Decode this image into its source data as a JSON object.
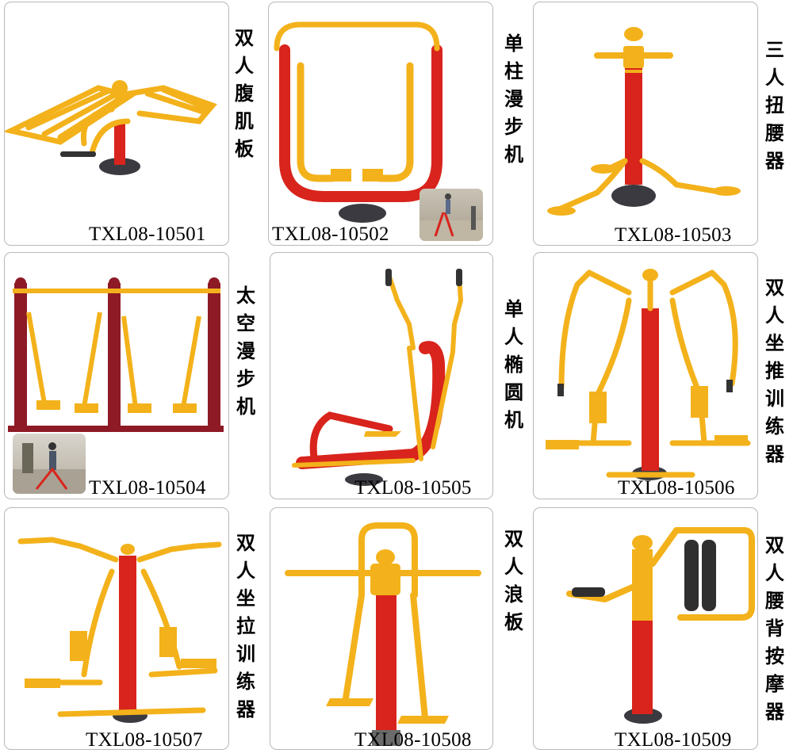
{
  "colors": {
    "yellow": "#f3b21b",
    "yellow_dark": "#c98a0c",
    "red": "#d8241c",
    "red_dark": "#9e1414",
    "maroon": "#8e1a26",
    "base": "#3a3a40",
    "card_border": "#b8b8b8"
  },
  "products": [
    {
      "code": "TXL08-10501",
      "name": "双人腹肌板"
    },
    {
      "code": "TXL08-10502",
      "name": "单柱漫步机"
    },
    {
      "code": "TXL08-10503",
      "name": "三人扭腰器"
    },
    {
      "code": "TXL08-10504",
      "name": "太空漫步机"
    },
    {
      "code": "TXL08-10505",
      "name": "单人椭圆机"
    },
    {
      "code": "TXL08-10506",
      "name": "双人坐推训练器"
    },
    {
      "code": "TXL08-10507",
      "name": "双人坐拉训练器"
    },
    {
      "code": "TXL08-10508",
      "name": "双人浪板"
    },
    {
      "code": "TXL08-10509",
      "name": "双人腰背按摩器"
    }
  ]
}
